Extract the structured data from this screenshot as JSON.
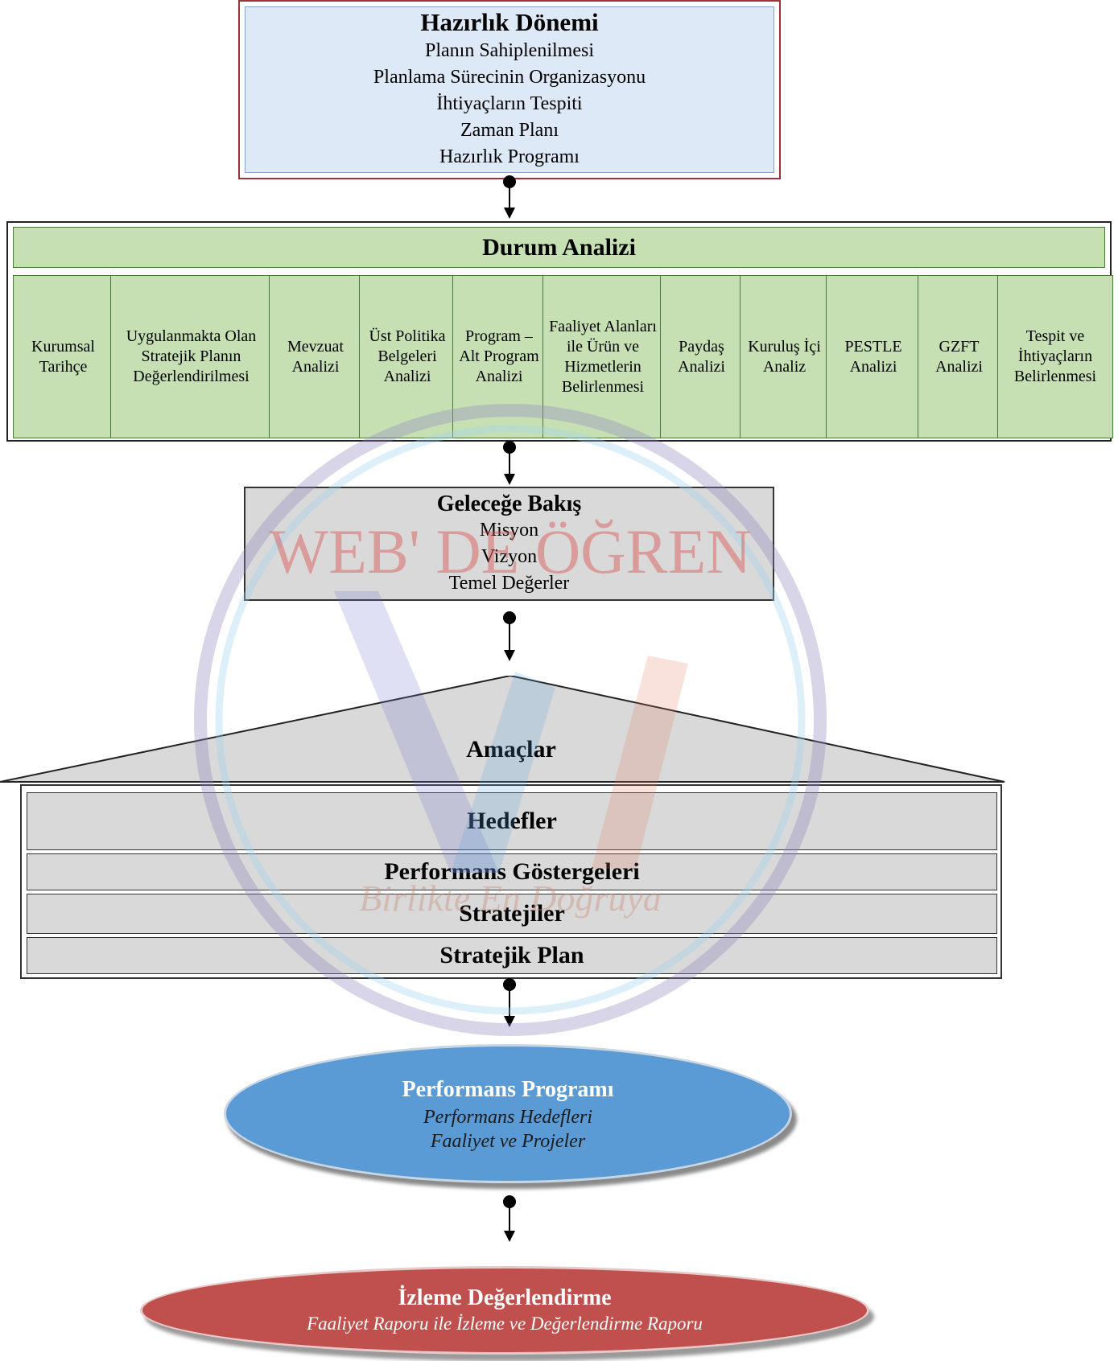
{
  "hazirlik": {
    "title": "Hazırlık Dönemi",
    "items": [
      "Planın Sahiplenilmesi",
      "Planlama Sürecinin Organizasyonu",
      "İhtiyaçların Tespiti",
      "Zaman Planı",
      "Hazırlık Programı"
    ]
  },
  "durum": {
    "title": "Durum Analizi",
    "cells": [
      "Kurumsal Tarihçe",
      "Uygulanmakta Olan Stratejik Planın Değerlendirilmesi",
      "Mevzuat Analizi",
      "Üst Politika Belgeleri Analizi",
      "Program – Alt Program Analizi",
      "Faaliyet Alanları ile Ürün ve Hizmetlerin Belirlenmesi",
      "Paydaş Analizi",
      "Kuruluş İçi Analiz",
      "PESTLE Analizi",
      "GZFT Analizi",
      "Tespit ve İhtiyaçların Belirlenmesi"
    ]
  },
  "gelecek": {
    "title": "Geleceğe Bakış",
    "items": [
      "Misyon",
      "Vizyon",
      "Temel Değerler"
    ]
  },
  "plan": {
    "roof": "Amaçlar",
    "levels": [
      "Hedefler",
      "Performans Göstergeleri",
      "Stratejiler",
      "Stratejik Plan"
    ]
  },
  "performans": {
    "title": "Performans Programı",
    "items": [
      "Performans Hedefleri",
      "Faaliyet ve Projeler"
    ]
  },
  "izleme": {
    "title": "İzleme Değerlendirme",
    "subtitle": "Faaliyet Raporu ile İzleme ve Değerlendirme Raporu"
  },
  "watermark": {
    "brand": "WEB' DE ÖĞREN",
    "slogan": "Birlikte En Doğruya"
  },
  "colors": {
    "hazirlik_fill": "#dde9f6",
    "durum_fill": "#c6e0b4",
    "gray_fill": "#d9d9d9",
    "performans_fill": "#5b9bd5",
    "izleme_fill": "#c0504d"
  }
}
